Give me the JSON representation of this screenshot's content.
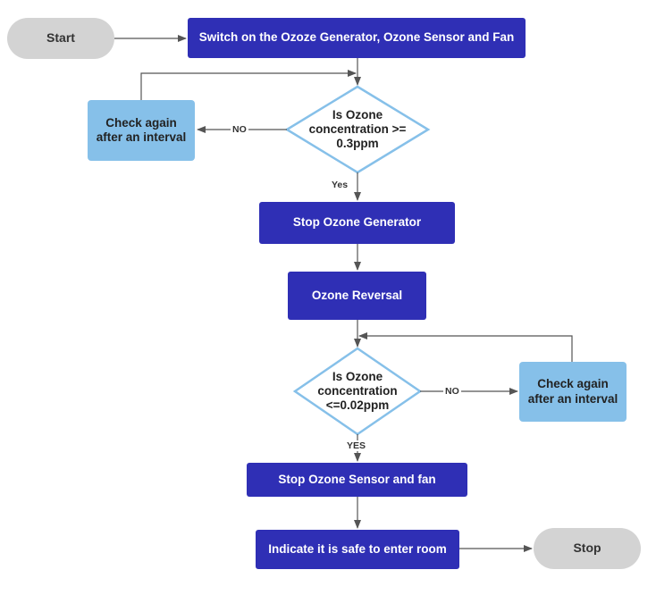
{
  "flowchart": {
    "start": "Start",
    "switch_on": "Switch on the Ozoze Generator, Ozone Sensor and Fan",
    "decision_1": "Is Ozone concentration >= 0.3ppm",
    "check_again_1": "Check again after an interval",
    "label_no_1": "NO",
    "label_yes_1": "Yes",
    "stop_generator": "Stop Ozone Generator",
    "ozone_reversal": "Ozone Reversal",
    "decision_2": "Is Ozone concentration <=0.02ppm",
    "check_again_2": "Check again after an interval",
    "label_no_2": "NO",
    "label_yes_2": "YES",
    "stop_sensor_fan": "Stop Ozone Sensor and fan",
    "indicate_safe": "Indicate it is safe to enter room",
    "stop": "Stop"
  },
  "colors": {
    "process_fill": "#2f2fb5",
    "decision_border": "#86c0e9",
    "note_fill": "#86c0e9",
    "terminal_fill": "#d3d3d3",
    "arrow": "#555555"
  }
}
